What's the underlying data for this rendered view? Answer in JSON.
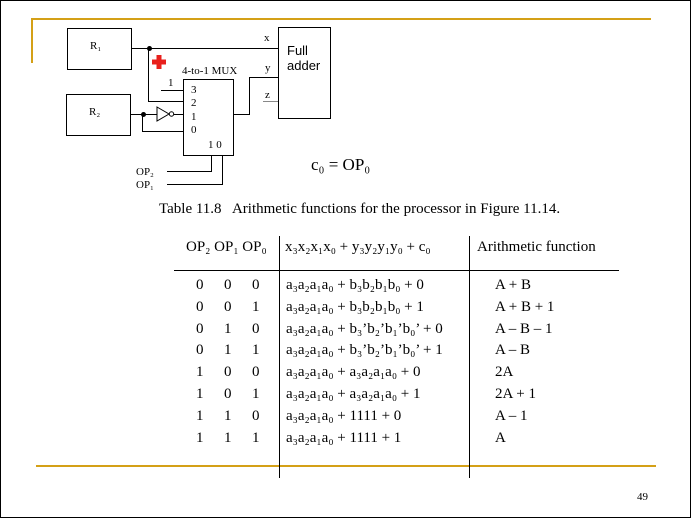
{
  "diagram": {
    "r1": "R₁",
    "r2": "R₂",
    "full_adder": "Full adder",
    "mux_label": "4-to-1 MUX",
    "mux_inputs": [
      "3",
      "2",
      "1",
      "0"
    ],
    "mux_select": "1 0",
    "const_one": "1",
    "x": "x",
    "y": "y",
    "z": "z",
    "op2": "OP₂",
    "op1": "OP₁",
    "carry_eq": "c₀ = OP₀",
    "plus_color": "#e8201c"
  },
  "caption": "Table 11.8   Arithmetic functions for the processor in Figure 11.14.",
  "table": {
    "headers": [
      "OP₂ OP₁ OP₀",
      "x₃x₂x₁x₀ + y₃y₂y₁y₀ + c₀",
      "Arithmetic function"
    ],
    "rows": [
      {
        "op": [
          "0",
          "0",
          "0"
        ],
        "expr": "a₃a₂a₁a₀ + b₃b₂b₁b₀ + 0",
        "fn": "A + B"
      },
      {
        "op": [
          "0",
          "0",
          "1"
        ],
        "expr": "a₃a₂a₁a₀ + b₃b₂b₁b₀ + 1",
        "fn": "A + B + 1"
      },
      {
        "op": [
          "0",
          "1",
          "0"
        ],
        "expr": "a₃a₂a₁a₀ + b₃’b₂’b₁’b₀’ + 0",
        "fn": "A – B – 1"
      },
      {
        "op": [
          "0",
          "1",
          "1"
        ],
        "expr": "a₃a₂a₁a₀ + b₃’b₂’b₁’b₀’ + 1",
        "fn": "A – B"
      },
      {
        "op": [
          "1",
          "0",
          "0"
        ],
        "expr": "a₃a₂a₁a₀ + a₃a₂a₁a₀ + 0",
        "fn": "2A"
      },
      {
        "op": [
          "1",
          "0",
          "1"
        ],
        "expr": "a₃a₂a₁a₀ + a₃a₂a₁a₀ + 1",
        "fn": "2A + 1"
      },
      {
        "op": [
          "1",
          "1",
          "0"
        ],
        "expr": "a₃a₂a₁a₀ + 1111 + 0",
        "fn": "A – 1"
      },
      {
        "op": [
          "1",
          "1",
          "1"
        ],
        "expr": "a₃a₂a₁a₀ + 1111 + 1",
        "fn": "A"
      }
    ]
  },
  "page_number": "49",
  "accent_color": "#d4a017"
}
